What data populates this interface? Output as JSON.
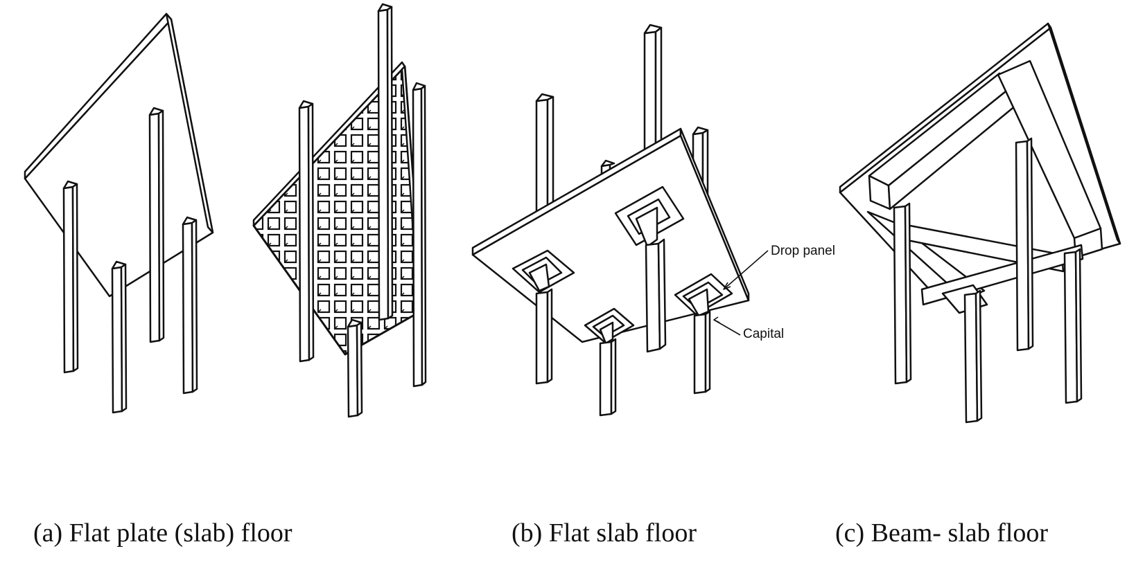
{
  "figure": {
    "panels": [
      {
        "id": "a",
        "caption": "(a) Flat plate (slab) floor"
      },
      {
        "id": "b",
        "caption": "(b) Flat slab floor",
        "annotations": [
          "Drop panel",
          "Capital"
        ]
      },
      {
        "id": "c",
        "caption": "(c) Beam- slab floor"
      }
    ]
  }
}
